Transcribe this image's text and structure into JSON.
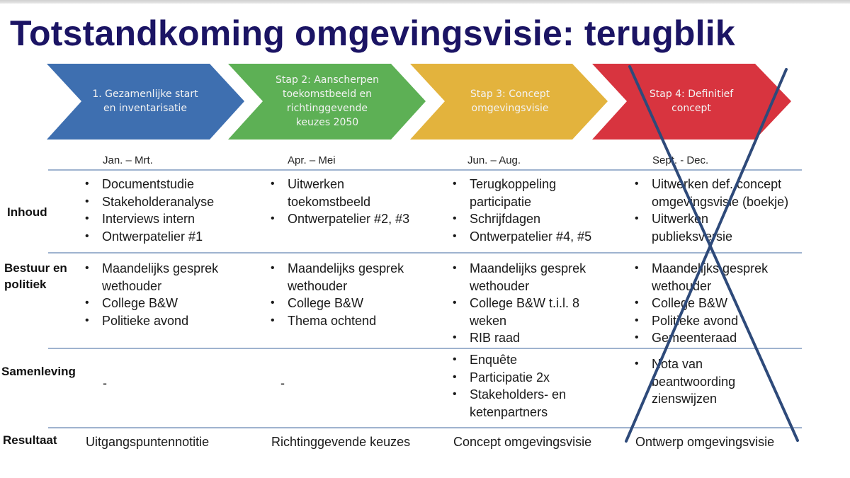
{
  "title": "Totstandkoming omgevingsvisie: terugblik",
  "colors": {
    "title": "#1b1464",
    "step1": "#3e6fb0",
    "step2": "#5db055",
    "step3": "#e3b33d",
    "step4": "#d8343f",
    "rule": "#9fb3cf",
    "cross": "#2e4a7a"
  },
  "steps": [
    {
      "label_lines": [
        "1. Gezamenlijke start",
        "en inventarisatie"
      ],
      "period": "Jan. – Mrt."
    },
    {
      "label_lines": [
        "Stap 2: Aanscherpen",
        "toekomstbeeld en",
        "richtinggevende",
        "keuzes 2050"
      ],
      "period": "Apr. – Mei"
    },
    {
      "label_lines": [
        "Stap 3: Concept",
        "omgevingsvisie"
      ],
      "period": "Jun. – Aug."
    },
    {
      "label_lines": [
        "Stap 4: Definitief",
        "concept"
      ],
      "period": "Sept. - Dec."
    }
  ],
  "rows": {
    "inhoud": {
      "label": "Inhoud",
      "cells": [
        [
          "Documentstudie",
          "Stakeholderanalyse",
          "Interviews intern",
          "Ontwerpatelier #1"
        ],
        [
          "Uitwerken toekomstbeeld",
          "Ontwerpatelier #2, #3"
        ],
        [
          "Terugkoppeling participatie",
          "Schrijfdagen",
          "Ontwerpatelier #4, #5"
        ],
        [
          "Uitwerken def. concept omgevingsvisie (boekje)",
          "Uitwerken publieksversie"
        ]
      ]
    },
    "bestuur": {
      "label_lines": [
        "Bestuur en",
        "politiek"
      ],
      "cells": [
        [
          "Maandelijks gesprek wethouder",
          "College B&W",
          "Politieke avond"
        ],
        [
          "Maandelijks gesprek wethouder",
          "College B&W",
          "Thema ochtend"
        ],
        [
          "Maandelijks gesprek wethouder",
          "College B&W t.i.l. 8 weken",
          "RIB raad"
        ],
        [
          "Maandelijks gesprek wethouder",
          "College B&W",
          "Politieke avond",
          "Gemeenteraad"
        ]
      ]
    },
    "samenleving": {
      "label": "Samenleving",
      "dash": "-",
      "cells": [
        [],
        [],
        [
          "Enquête",
          "Participatie 2x",
          "Stakeholders- en ketenpartners"
        ],
        [
          "Nota van beantwoording zienswijzen"
        ]
      ]
    },
    "resultaat": {
      "label": "Resultaat",
      "cells": [
        "Uitgangspuntennotitie",
        "Richtinggevende keuzes",
        "Concept omgevingsvisie",
        "Ontwerp omgevingsvisie"
      ]
    }
  }
}
